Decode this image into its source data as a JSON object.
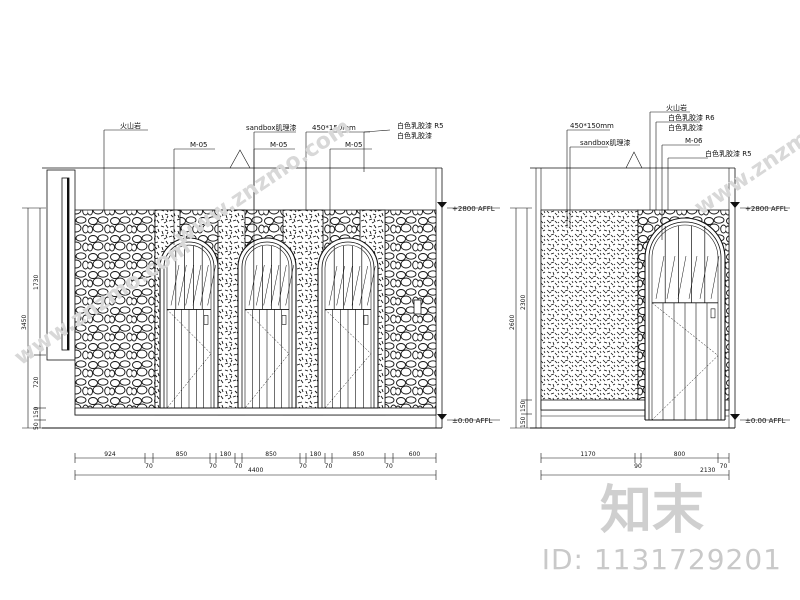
{
  "elevation_a": {
    "callouts": {
      "stone": "火山岩",
      "plaster": "sandbox肌理漆",
      "tile": "450*150mm",
      "paint": "白色乳胶漆 R5",
      "paint_note": "白色乳胶漆"
    },
    "door_tags": [
      "M-05",
      "M-05",
      "M-05"
    ],
    "levels": {
      "top": "+2800  AFFL",
      "bottom": "±0.00  AFFL"
    },
    "vertical_dims": [
      "1730",
      "3450",
      "720",
      "150",
      "50"
    ],
    "horizontal_dims": [
      "924",
      "70",
      "850",
      "70",
      "180",
      "70",
      "850",
      "70",
      "180",
      "70",
      "850",
      "70",
      "600"
    ],
    "total": "4400"
  },
  "elevation_b": {
    "callouts": {
      "tile": "450*150mm",
      "plaster": "sandbox肌理漆",
      "stone": "火山岩",
      "paint": "白色乳胶漆 R6",
      "paint2": "白色乳胶漆 R5",
      "paint_note": "白色乳胶漆"
    },
    "door_tags": [
      "M-06"
    ],
    "levels": {
      "top": "+2800  AFFL",
      "bottom": "±0.00  AFFL"
    },
    "vertical_dims": [
      "2300",
      "2600",
      "150",
      "150"
    ],
    "horizontal_dims": [
      "1170",
      "90",
      "800",
      "70"
    ],
    "total": "2130"
  },
  "watermark": {
    "brand": "知末",
    "id": "ID: 1131729201",
    "url": "www.znzmo.com"
  }
}
